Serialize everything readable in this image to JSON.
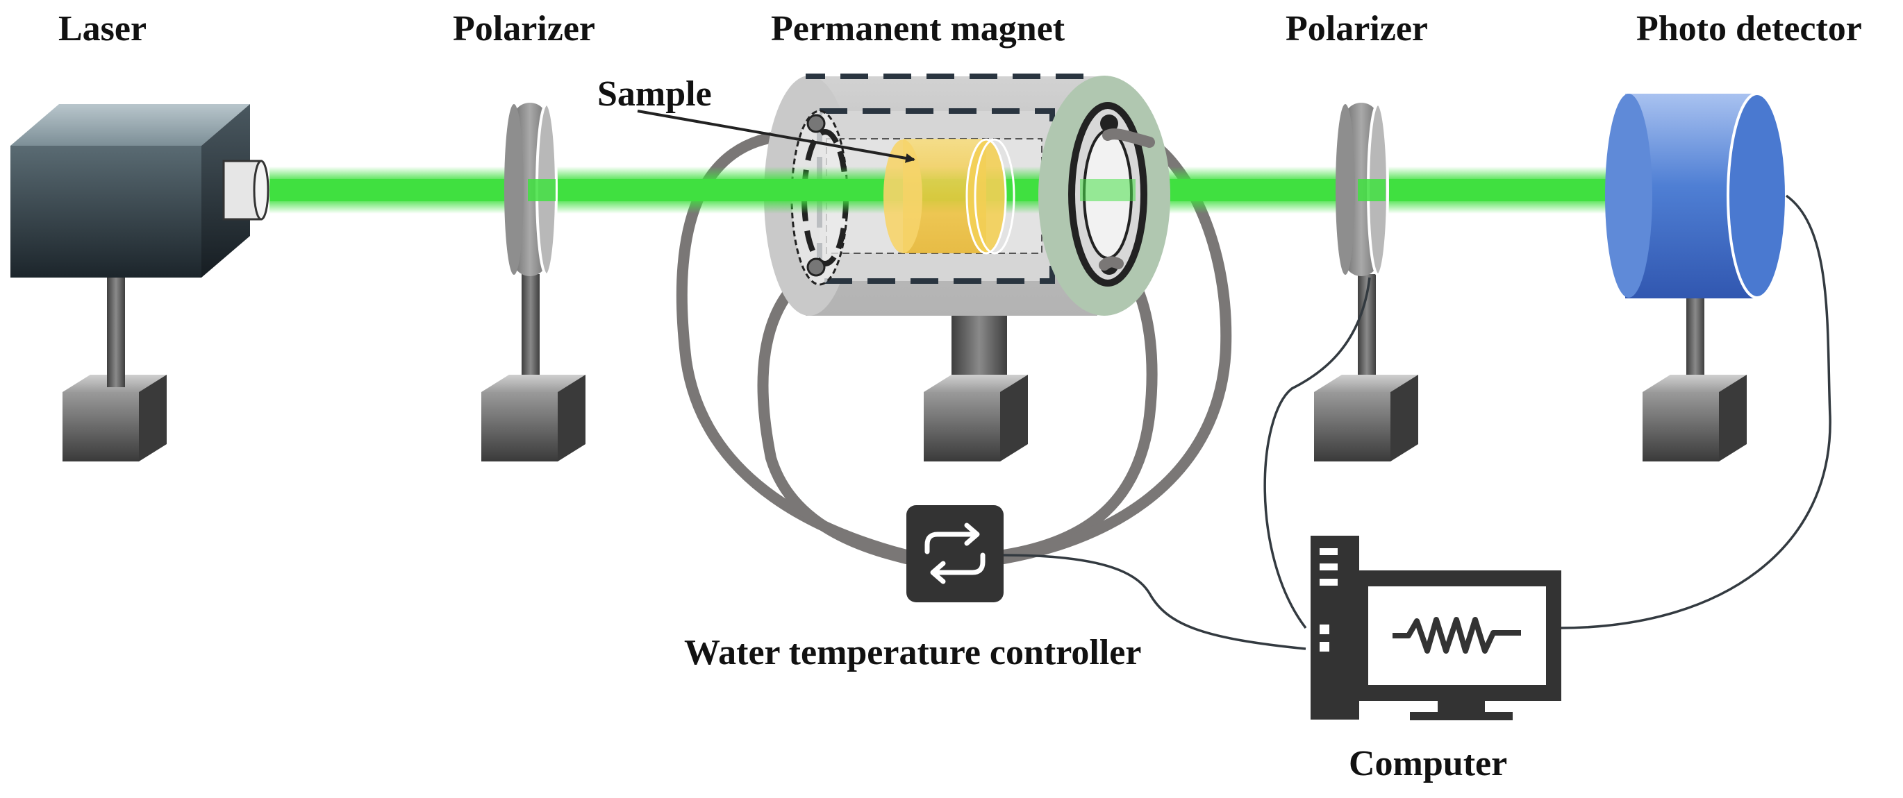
{
  "labels": {
    "laser": "Laser",
    "polarizer_left": "Polarizer",
    "magnet": "Permanent magnet",
    "polarizer_right": "Polarizer",
    "detector": "Photo detector",
    "sample": "Sample",
    "water_controller": "Water temperature controller",
    "computer": "Computer"
  },
  "colors": {
    "beam": "#3fe03f",
    "laser_body": "#2f3a41",
    "magnet_body": "#bdbdbd",
    "sample": "#f2c640",
    "detector": "#3f6fc8",
    "device_dark": "#333333",
    "stand": "#555555"
  },
  "icons": {
    "controller": "swap-arrows-icon",
    "computer": "computer-waveform-icon"
  }
}
